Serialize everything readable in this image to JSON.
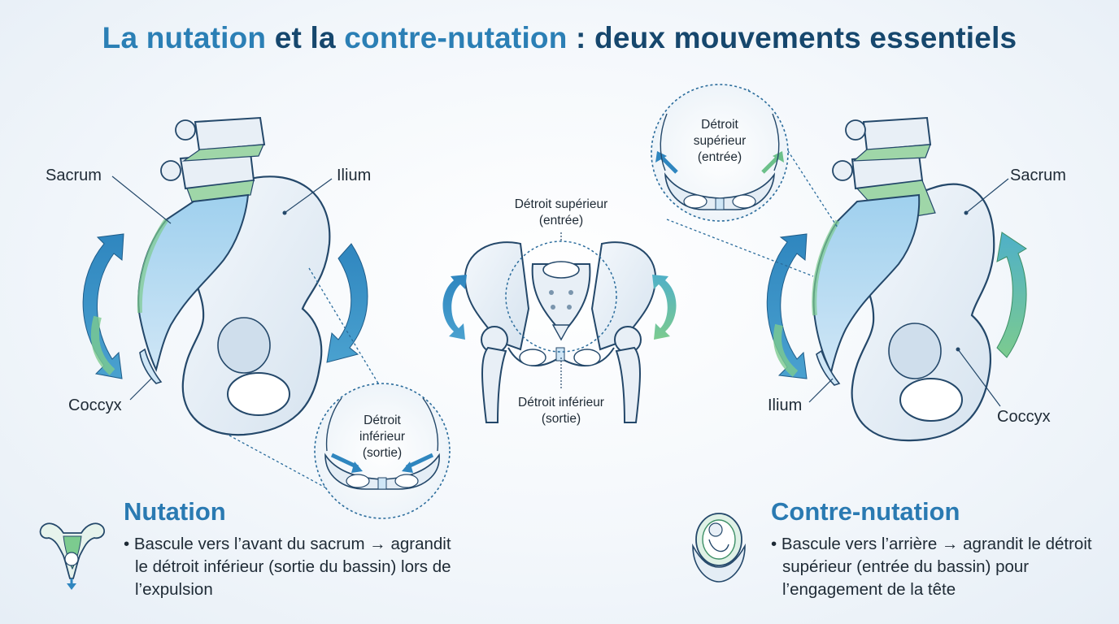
{
  "title": {
    "part1": "La nutation",
    "part2": " et la ",
    "part3": "contre-nutation",
    "part4": " : deux mouvements essentiels"
  },
  "left_panel": {
    "labels": {
      "sacrum": "Sacrum",
      "ilium": "Ilium",
      "coccyx": "Coccyx"
    },
    "inset": {
      "line1": "Détroit",
      "line2": "inférieur",
      "line3": "(sortie)"
    }
  },
  "center_panel": {
    "top_label": {
      "line1": "Détroit supérieur",
      "line2": "(entrée)"
    },
    "bottom_label": {
      "line1": "Détroit inférieur",
      "line2": "(sortie)"
    }
  },
  "right_panel": {
    "labels": {
      "sacrum": "Sacrum",
      "ilium": "Ilium",
      "coccyx": "Coccyx"
    },
    "inset": {
      "line1": "Détroit",
      "line2": "supérieur",
      "line3": "(entrée)"
    }
  },
  "nutation": {
    "heading": "Nutation",
    "bullet": "• Bascule vers l’avant du sacrum → agrandit le détroit inférieur (sortie du bassin) lors de l’expulsion",
    "icon": "uterus-fetus-icon"
  },
  "contre_nutation": {
    "heading": "Contre-nutation",
    "bullet": "• Bascule vers l’arrière → agrandit le détroit supérieur (entrée du bassin) pour l’engagement de la tête",
    "icon": "fetus-in-pelvis-icon"
  },
  "colors": {
    "title_accent": "#2b7fb5",
    "title_dark": "#16476d",
    "arrow_blue": "#2f86bf",
    "arrow_green": "#6cc08a",
    "bone_fill": "#e4edf5",
    "bone_stroke": "#24486a",
    "sacrum_fill": "#b6d7ef",
    "disc_green": "#9fd6a8"
  }
}
